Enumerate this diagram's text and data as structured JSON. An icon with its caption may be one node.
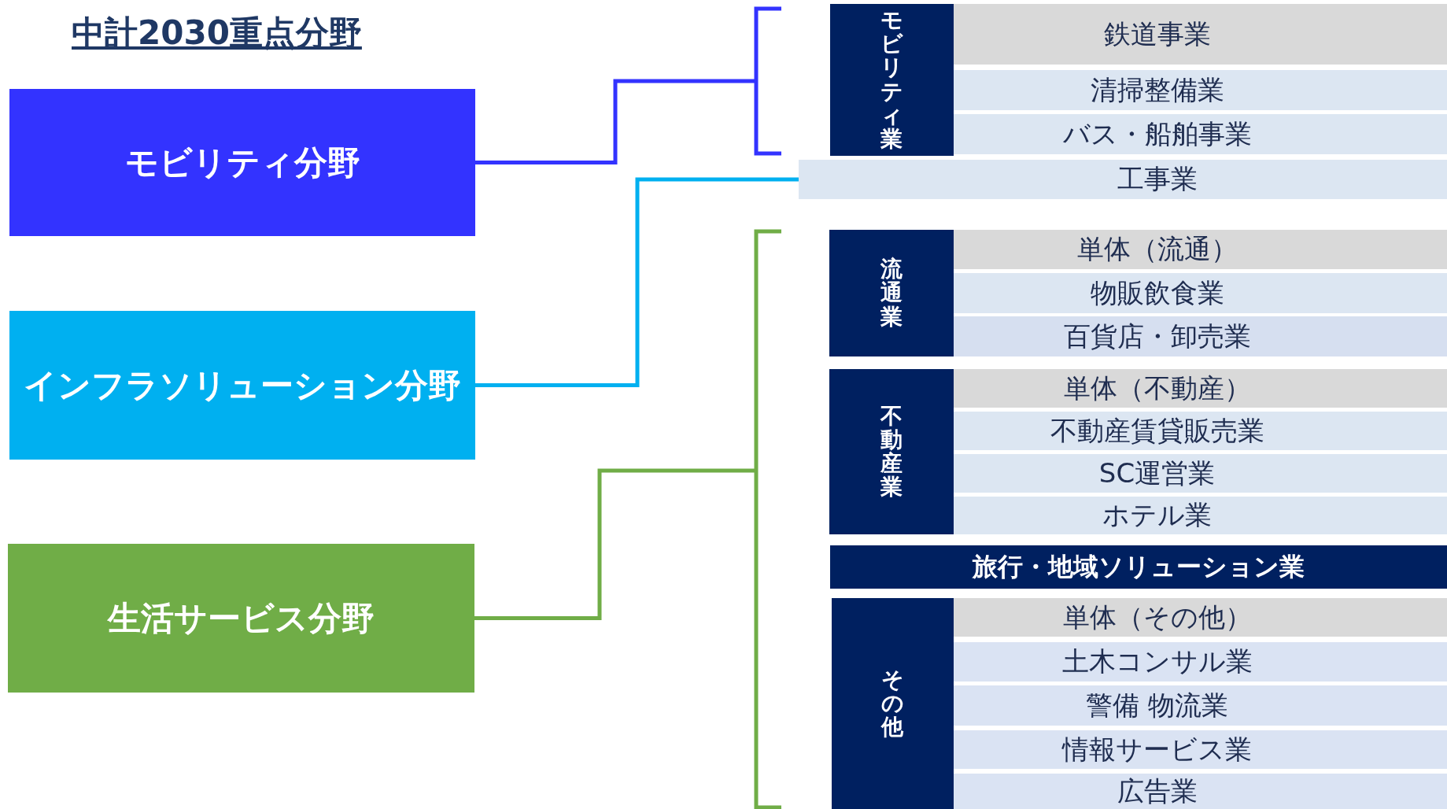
{
  "diagram": {
    "title": "中計2030重点分野",
    "nodes": [
      {
        "text": [
          "モビリティ分野"
        ]
      },
      {
        "text": [
          "インフラソリューション分野"
        ]
      },
      {
        "text": [
          "生活サービス分野"
        ]
      },
      {
        "text": [],
        "shape": "bracket"
      },
      {
        "text": [],
        "shape": "bracket"
      },
      {
        "text": [
          "モビリティ業"
        ]
      },
      {
        "text": [
          "鉄道事業"
        ]
      },
      {
        "text": [
          "清掃整備業"
        ]
      },
      {
        "text": [
          "バス・船舶事業"
        ]
      },
      {
        "text": [
          "工事業"
        ]
      },
      {
        "text": [
          "流通業"
        ]
      },
      {
        "text": [
          "単体（流通）"
        ]
      },
      {
        "text": [
          "物販飲食業"
        ]
      },
      {
        "text": [
          "百貨店・卸売業"
        ]
      },
      {
        "text": [
          "不動産業"
        ]
      },
      {
        "text": [
          "単体（不動産）"
        ]
      },
      {
        "text": [
          "不動産賃貸販売業"
        ]
      },
      {
        "text": [
          "SC運営業"
        ]
      },
      {
        "text": [
          "ホテル業"
        ]
      },
      {
        "text": [
          "旅行・地域ソリューション業"
        ]
      },
      {
        "text": [
          "その他"
        ]
      },
      {
        "text": [
          "単体（その他）"
        ]
      },
      {
        "text": [
          "土木コンサル業"
        ]
      },
      {
        "text": [
          "警備 物流業"
        ]
      },
      {
        "text": [
          "情報サービス業"
        ]
      },
      {
        "text": [
          "広告業"
        ]
      }
    ],
    "edges": [
      {
        "from": 0,
        "to": 3,
        "arrow": "none",
        "color": "#3333ff"
      },
      {
        "from": 1,
        "to": 9,
        "arrow": "none",
        "color": "#00b0f0"
      },
      {
        "from": 2,
        "to": 4,
        "arrow": "none",
        "color": "#70ad47"
      }
    ]
  }
}
